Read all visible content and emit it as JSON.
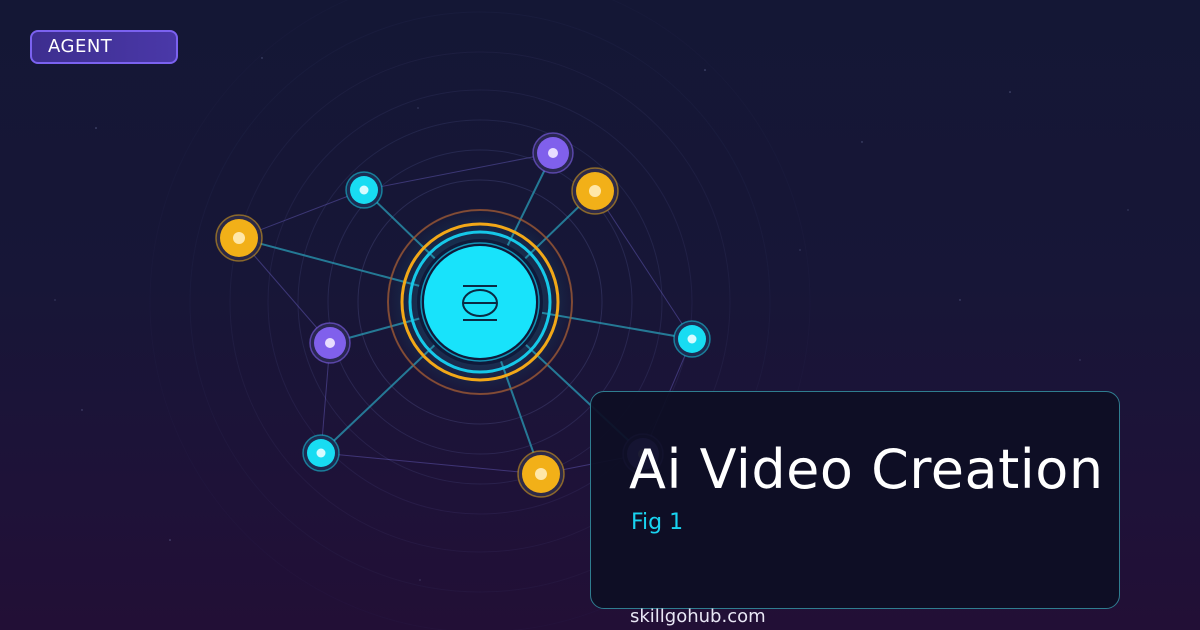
{
  "badge": {
    "label": "AGENT"
  },
  "card": {
    "title": "Ai Video Creation",
    "subtitle": "Fig 1"
  },
  "footer": {
    "site": "skillgohub.com"
  },
  "graphic": {
    "hub_icon": "theta-symbol-icon",
    "node_colors": {
      "cyan": "#18dcf2",
      "amber": "#f2b018",
      "violet": "#8060ec"
    },
    "edge_color": "#2a9bb5",
    "background_start": "#141735",
    "background_end": "#220f36"
  }
}
